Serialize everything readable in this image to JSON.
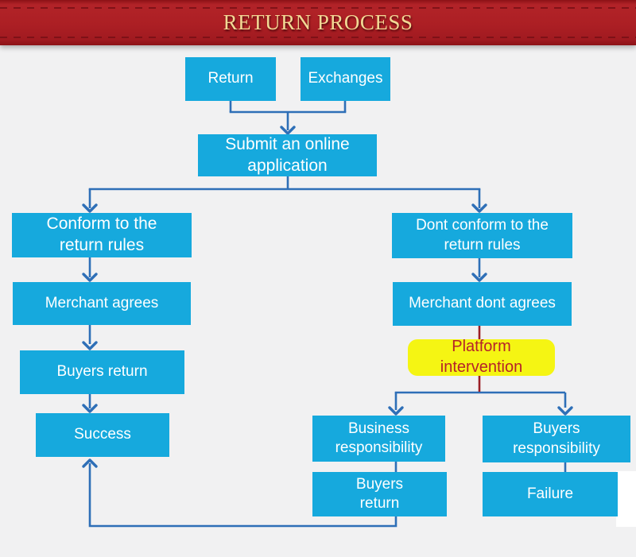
{
  "header": {
    "title": "RETURN PROCESS"
  },
  "colors": {
    "box_cyan": "#16a9dd",
    "connector_blue": "#2e6fb7",
    "connector_red": "#9b1f26",
    "banner_red": "#ac1f24",
    "banner_gold": "#f2d894",
    "highlight_yellow": "#f5f513",
    "highlight_red": "#b5222a",
    "page_bg": "#f1f1f2"
  },
  "nodes": {
    "return": {
      "label": "Return"
    },
    "exchanges": {
      "label": "Exchanges"
    },
    "submit": {
      "label": "Submit an online\napplication"
    },
    "conform": {
      "label": "Conform to the\nreturn rules"
    },
    "dont_conform": {
      "label": "Dont conform to the\nreturn rules"
    },
    "merchant_agrees": {
      "label": "Merchant agrees"
    },
    "merchant_dont_agrees": {
      "label": "Merchant dont agrees"
    },
    "platform_intervention": {
      "label": "Platform\nintervention"
    },
    "buyers_return_left": {
      "label": "Buyers return"
    },
    "success": {
      "label": "Success"
    },
    "business_responsibility": {
      "label": "Business\nresponsibility"
    },
    "buyers_responsibility": {
      "label": "Buyers\nresponsibility"
    },
    "buyers_return_right": {
      "label": "Buyers\nreturn"
    },
    "failure": {
      "label": "Failure"
    }
  }
}
